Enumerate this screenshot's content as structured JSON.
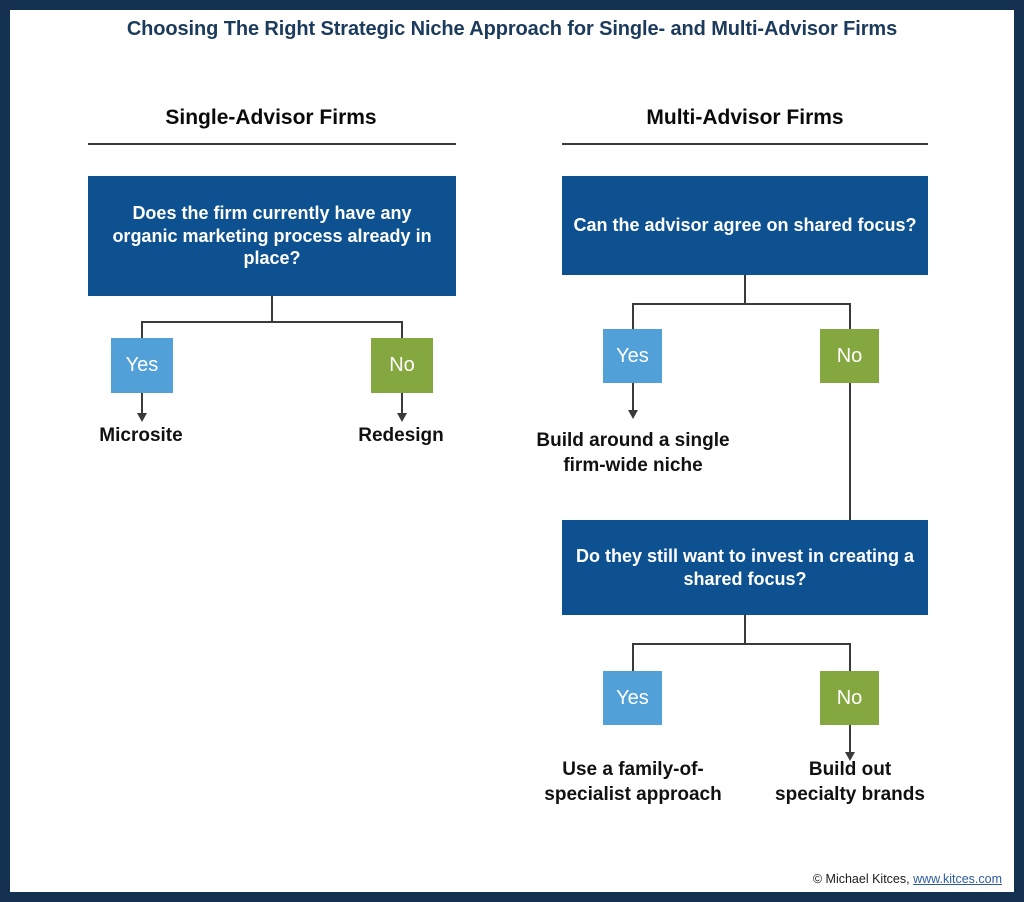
{
  "title": "Choosing The Right Strategic Niche Approach for Single- and Multi-Advisor Firms",
  "colors": {
    "frame": "#14314f",
    "title_text": "#1b3a5c",
    "decision_box": "#0d5190",
    "yes_chip": "#52a0d8",
    "no_chip": "#84a83f",
    "connector": "#3a3a3a",
    "link": "#2d5c9e"
  },
  "columns": [
    {
      "heading": "Single-Advisor Firms"
    },
    {
      "heading": "Multi-Advisor Firms"
    }
  ],
  "single_advisor": {
    "decision": "Does the firm currently have any organic marketing process already in place?",
    "yes_label": "Yes",
    "no_label": "No",
    "yes_outcome": "Microsite",
    "no_outcome": "Redesign"
  },
  "multi_advisor": {
    "decision_1": "Can the advisor agree on shared focus?",
    "yes_label_1": "Yes",
    "no_label_1": "No",
    "yes_outcome_1": "Build around a single firm-wide niche",
    "decision_2": "Do they still want to invest in creating a shared focus?",
    "yes_label_2": "Yes",
    "no_label_2": "No",
    "yes_outcome_2": "Use a family-of-specialist approach",
    "no_outcome_2": "Build out specialty brands"
  },
  "footer": {
    "copyright": "© Michael Kitces,",
    "link": "www.kitces.com"
  }
}
